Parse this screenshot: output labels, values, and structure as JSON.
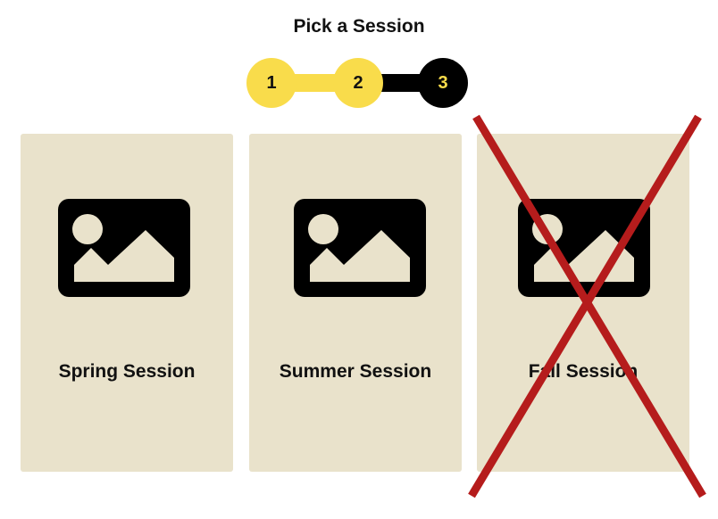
{
  "page": {
    "title": "Pick a Session"
  },
  "stepper": {
    "steps": [
      {
        "label": "1",
        "state": "completed"
      },
      {
        "label": "2",
        "state": "completed"
      },
      {
        "label": "3",
        "state": "current"
      }
    ],
    "current_step": 3
  },
  "sessions": [
    {
      "label": "Spring Session",
      "icon": "image-placeholder-icon",
      "available": true
    },
    {
      "label": "Summer Session",
      "icon": "image-placeholder-icon",
      "available": true
    },
    {
      "label": "Fall Session",
      "icon": "image-placeholder-icon",
      "available": false,
      "marker": "red-x-icon"
    }
  ],
  "colors": {
    "accent": "#f9dc4b",
    "dark": "#000000",
    "card_bg": "#e9e2cb",
    "cross": "#b51c1c"
  }
}
